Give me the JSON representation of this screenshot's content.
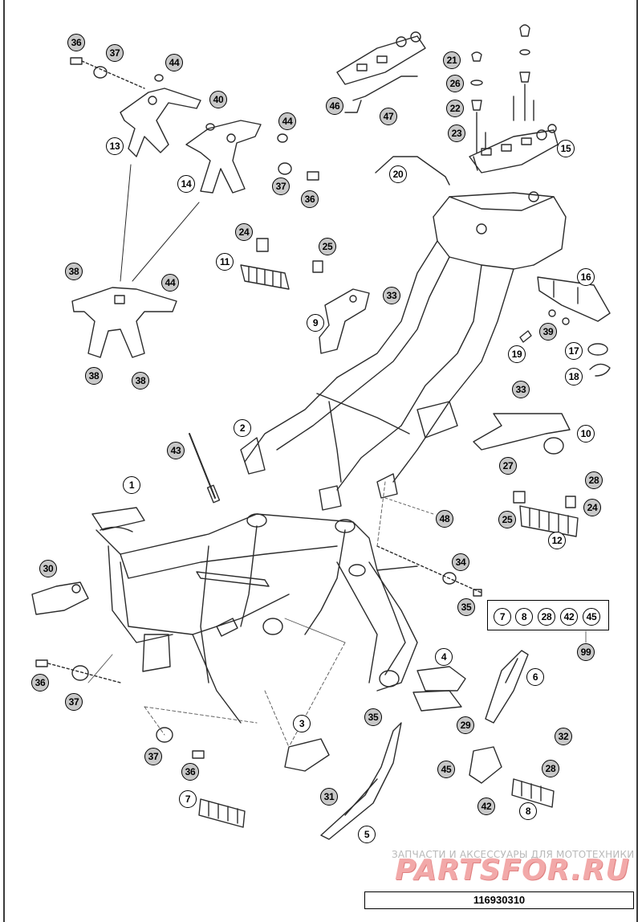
{
  "diagram": {
    "callouts": [
      {
        "id": "c36a",
        "label": "36"
      },
      {
        "id": "c37a",
        "label": "37"
      },
      {
        "id": "c44a",
        "label": "44"
      },
      {
        "id": "c40",
        "label": "40"
      },
      {
        "id": "c13",
        "label": "13"
      },
      {
        "id": "c44b",
        "label": "44"
      },
      {
        "id": "c14",
        "label": "14"
      },
      {
        "id": "c37b",
        "label": "37"
      },
      {
        "id": "c36b",
        "label": "36"
      },
      {
        "id": "c38a",
        "label": "38"
      },
      {
        "id": "c44c",
        "label": "44"
      },
      {
        "id": "c38b",
        "label": "38"
      },
      {
        "id": "c38c",
        "label": "38"
      },
      {
        "id": "c46",
        "label": "46"
      },
      {
        "id": "c47",
        "label": "47"
      },
      {
        "id": "c21",
        "label": "21"
      },
      {
        "id": "c26",
        "label": "26"
      },
      {
        "id": "c22",
        "label": "22"
      },
      {
        "id": "c23",
        "label": "23"
      },
      {
        "id": "c15",
        "label": "15"
      },
      {
        "id": "c20",
        "label": "20"
      },
      {
        "id": "c24a",
        "label": "24"
      },
      {
        "id": "c25a",
        "label": "25"
      },
      {
        "id": "c11",
        "label": "11"
      },
      {
        "id": "c33a",
        "label": "33"
      },
      {
        "id": "c9",
        "label": "9"
      },
      {
        "id": "c16",
        "label": "16"
      },
      {
        "id": "c39",
        "label": "39"
      },
      {
        "id": "c19",
        "label": "19"
      },
      {
        "id": "c17",
        "label": "17"
      },
      {
        "id": "c18",
        "label": "18"
      },
      {
        "id": "c33b",
        "label": "33"
      },
      {
        "id": "c2",
        "label": "2"
      },
      {
        "id": "c10",
        "label": "10"
      },
      {
        "id": "c43",
        "label": "43"
      },
      {
        "id": "c27",
        "label": "27"
      },
      {
        "id": "c28a",
        "label": "28"
      },
      {
        "id": "c1",
        "label": "1"
      },
      {
        "id": "c24b",
        "label": "24"
      },
      {
        "id": "c25b",
        "label": "25"
      },
      {
        "id": "c48",
        "label": "48"
      },
      {
        "id": "c12",
        "label": "12"
      },
      {
        "id": "c30",
        "label": "30"
      },
      {
        "id": "c34",
        "label": "34"
      },
      {
        "id": "c35a",
        "label": "35"
      },
      {
        "id": "c36c",
        "label": "36"
      },
      {
        "id": "c37c",
        "label": "37"
      },
      {
        "id": "c4",
        "label": "4"
      },
      {
        "id": "c6",
        "label": "6"
      },
      {
        "id": "c29",
        "label": "29"
      },
      {
        "id": "c32",
        "label": "32"
      },
      {
        "id": "c3",
        "label": "3"
      },
      {
        "id": "c35b",
        "label": "35"
      },
      {
        "id": "c37d",
        "label": "37"
      },
      {
        "id": "c36d",
        "label": "36"
      },
      {
        "id": "c45a",
        "label": "45"
      },
      {
        "id": "c28b",
        "label": "28"
      },
      {
        "id": "c31",
        "label": "31"
      },
      {
        "id": "c42a",
        "label": "42"
      },
      {
        "id": "c8a",
        "label": "8"
      },
      {
        "id": "c7a",
        "label": "7"
      },
      {
        "id": "c5",
        "label": "5"
      },
      {
        "id": "k7",
        "label": "7"
      },
      {
        "id": "k8",
        "label": "8"
      },
      {
        "id": "k28",
        "label": "28"
      },
      {
        "id": "k42",
        "label": "42"
      },
      {
        "id": "k45",
        "label": "45"
      },
      {
        "id": "c99",
        "label": "99"
      }
    ]
  },
  "watermark": {
    "line": "ЗАПЧАСТИ И АКСЕССУАРЫ ДЛЯ МОТОТЕХНИКИ",
    "brand": "PARTSFOR.RU"
  },
  "document_number": "116930310"
}
